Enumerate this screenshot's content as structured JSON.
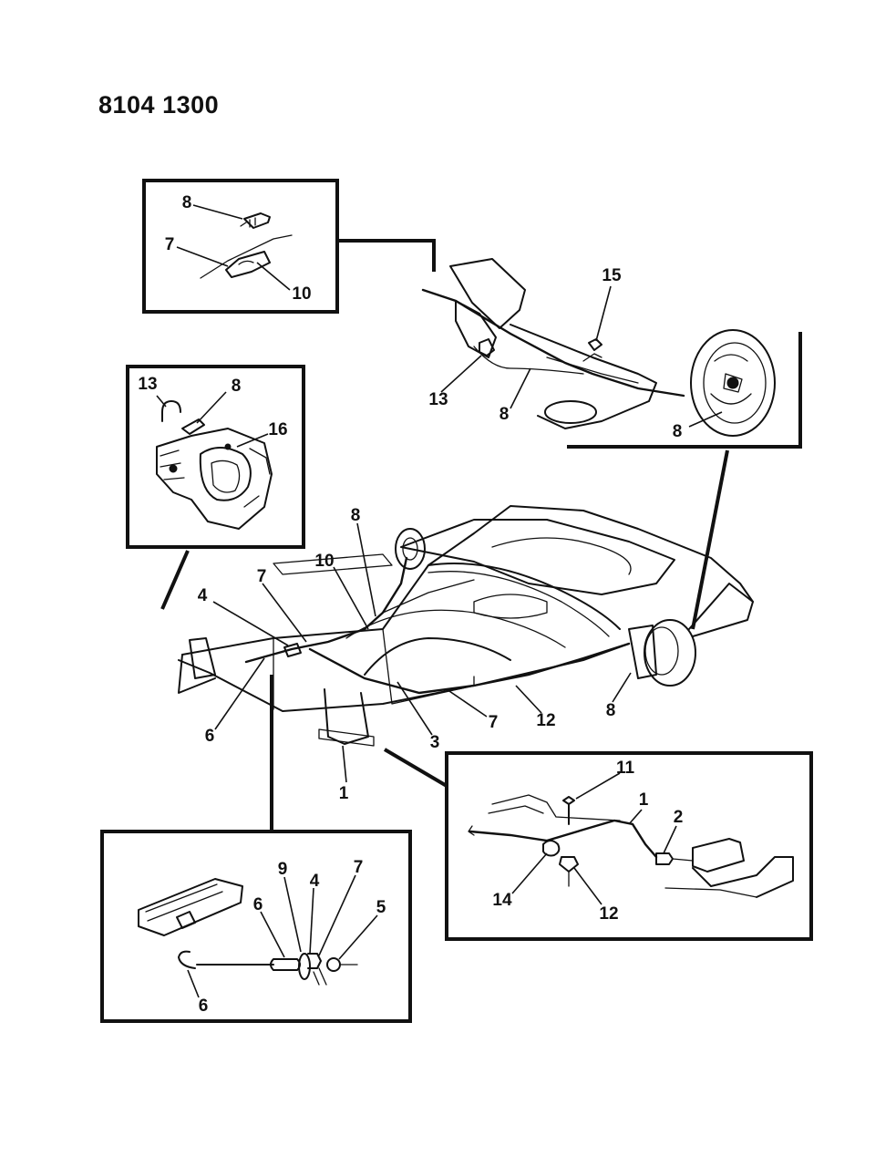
{
  "figure_id": "8104 1300",
  "callouts": {
    "inset_top_left": [
      "8",
      "7",
      "10"
    ],
    "inset_top_right": [
      "15",
      "13",
      "8",
      "8"
    ],
    "inset_caliper": [
      "13",
      "8",
      "16"
    ],
    "main_view": [
      "8",
      "10",
      "7",
      "4",
      "6",
      "3",
      "7",
      "12",
      "8",
      "1"
    ],
    "inset_bottom_left": [
      "9",
      "4",
      "7",
      "6",
      "5",
      "6"
    ],
    "inset_bottom_right": [
      "11",
      "1",
      "2",
      "14",
      "12"
    ]
  }
}
